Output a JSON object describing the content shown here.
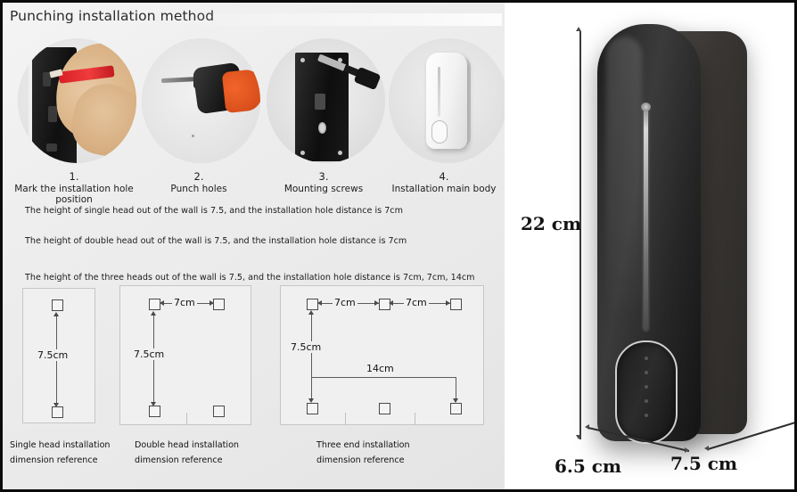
{
  "left_panel": {
    "title": "Punching installation method",
    "steps": [
      {
        "num": "1.",
        "caption": "Mark the installation hole position",
        "icon": "hand-pencil-marking-icon"
      },
      {
        "num": "2.",
        "caption": "Punch holes",
        "icon": "power-drill-icon"
      },
      {
        "num": "3.",
        "caption": "Mounting screws",
        "icon": "screwdriver-icon"
      },
      {
        "num": "4.",
        "caption": "Installation main body",
        "icon": "dispenser-body-icon"
      }
    ],
    "notes": [
      "The height of single head out of the wall is 7.5, and the installation hole distance is 7cm",
      "The height of double head out of the wall is 7.5, and the installation hole distance is 7cm",
      "The height of the three heads out of the wall is 7.5, and the installation hole distance is 7cm, 7cm, 14cm"
    ],
    "diagrams": [
      {
        "id": "single",
        "label_line1": "Single head installation",
        "label_line2": "dimension reference",
        "vertical_dim": "7.5cm",
        "horizontal_dims": []
      },
      {
        "id": "double",
        "label_line1": "Double head installation",
        "label_line2": "dimension reference",
        "vertical_dim": "7.5cm",
        "horizontal_dims": [
          "7cm"
        ]
      },
      {
        "id": "three",
        "label_line1": "Three end installation",
        "label_line2": "dimension reference",
        "vertical_dim": "7.5cm",
        "horizontal_dims": [
          "7cm",
          "7cm"
        ],
        "span_dim": "14cm"
      }
    ]
  },
  "right_panel": {
    "product": "wall-mounted-soap-dispenser",
    "dimensions": {
      "height": "22 cm",
      "width": "6.5 cm",
      "depth": "7.5 cm"
    }
  },
  "colors": {
    "panel_bg": "#ededed",
    "border": "#0b0b0b",
    "product_black": "#2e2e2e",
    "chrome": "#cfcfcf",
    "pencil_red": "#e03030",
    "drill_orange": "#e8551f",
    "line": "#5b5b5b"
  }
}
